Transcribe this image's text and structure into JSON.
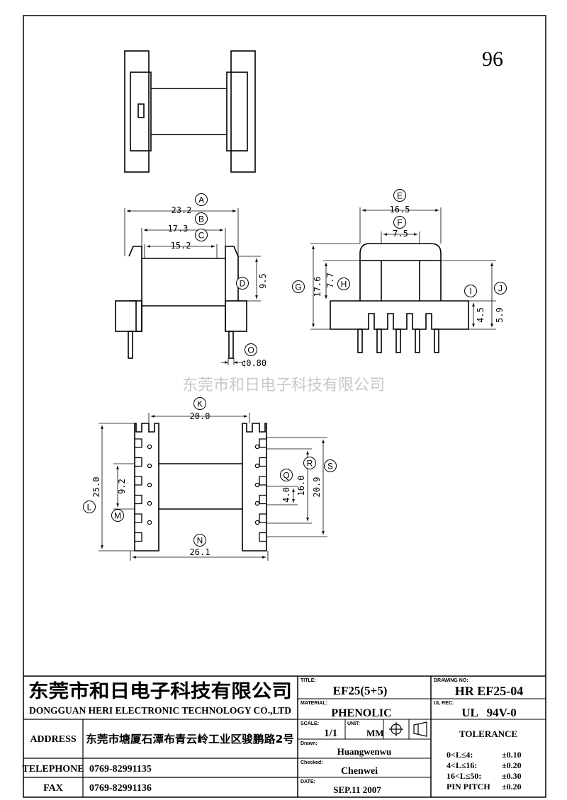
{
  "page_number": "96",
  "watermark": "东莞市和日电子科技有限公司",
  "dimensions": {
    "A": {
      "letter": "A",
      "value": "23.2"
    },
    "B": {
      "letter": "B",
      "value": "17.3"
    },
    "C": {
      "letter": "C",
      "value": "15.2"
    },
    "D": {
      "letter": "D",
      "value": "9.5"
    },
    "O": {
      "letter": "O",
      "value": "0.80",
      "prefix": "¢"
    },
    "E": {
      "letter": "E",
      "value": "16.5"
    },
    "F": {
      "letter": "F",
      "value": "7.5"
    },
    "G": {
      "letter": "G",
      "value": "17.6"
    },
    "H": {
      "letter": "H",
      "value": "7.7"
    },
    "I": {
      "letter": "I",
      "value": "4.5"
    },
    "J": {
      "letter": "J",
      "value": "5.9"
    },
    "K": {
      "letter": "K",
      "value": "20.0"
    },
    "L": {
      "letter": "L",
      "value": "25.0"
    },
    "M": {
      "letter": "M",
      "value": "9.2"
    },
    "N": {
      "letter": "N",
      "value": "26.1"
    },
    "Q": {
      "letter": "Q",
      "value": "4.0"
    },
    "R": {
      "letter": "R",
      "value": "16.0"
    },
    "S": {
      "letter": "S",
      "value": "20.9"
    }
  },
  "title_block": {
    "company_cn": "东莞市和日电子科技有限公司",
    "company_en": "DONGGUAN HERI ELECTRONIC TECHNOLOGY CO.,LTD",
    "address_label": "ADDRESS",
    "address_value": "东莞市塘厦石潭布青云岭工业区骏鹏路2号",
    "telephone_label": "TELEPHONE",
    "telephone_value": "0769-82991135",
    "fax_label": "FAX",
    "fax_value": "0769-82991136",
    "title_label": "TITLE:",
    "title_value": "EF25(5+5)",
    "material_label": "MATERIAL:",
    "material_value": "PHENOLIC",
    "scale_label": "SCALE:",
    "scale_value": "1/1",
    "unit_label": "UNIT:",
    "unit_value": "MM",
    "drawn_label": "Drawn:",
    "drawn_value": "Huangwenwu",
    "checked_label": "Checked:",
    "checked_value": "Chenwei",
    "date_label": "DATE:",
    "date_value": "SEP.11 2007",
    "drawing_no_label": "DRAWING NO:",
    "drawing_no_value": "HR EF25-04",
    "ul_rec_label": "UL REC:",
    "ul_rec_value": "UL   94V-0",
    "tolerance_label": "TOLERANCE",
    "tolerance_rows": [
      {
        "range": "0<L≤4:",
        "value": "±0.10"
      },
      {
        "range": "4<L≤16:",
        "value": "±0.20"
      },
      {
        "range": "16<L≤50:",
        "value": "±0.30"
      },
      {
        "range": "PIN PITCH",
        "value": "±0.20"
      }
    ]
  }
}
